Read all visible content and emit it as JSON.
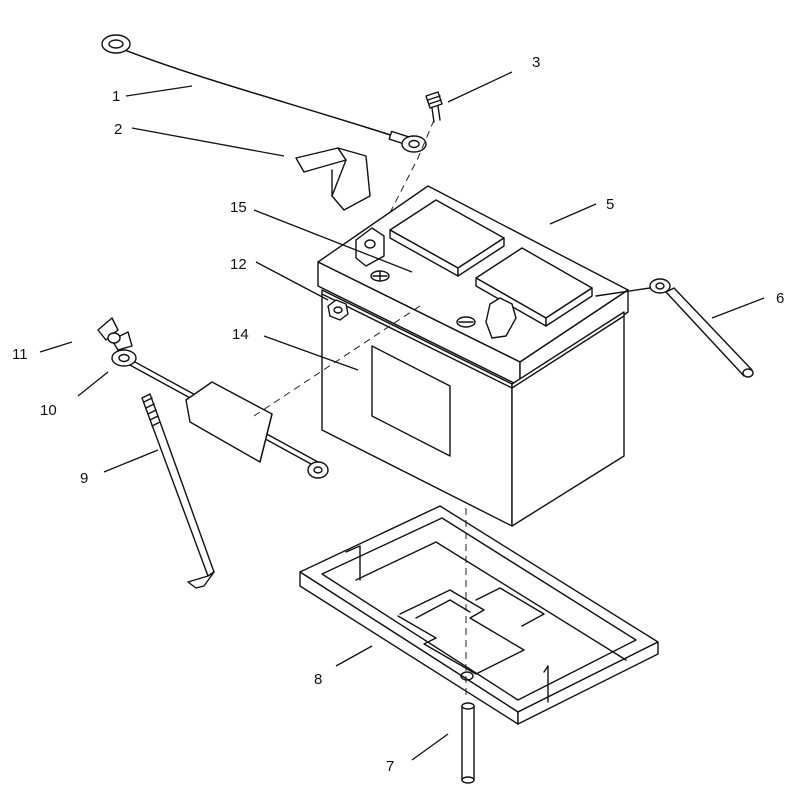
{
  "callouts": [
    {
      "id": "1",
      "label": "1"
    },
    {
      "id": "2",
      "label": "2"
    },
    {
      "id": "3",
      "label": "3"
    },
    {
      "id": "5",
      "label": "5"
    },
    {
      "id": "6",
      "label": "6"
    },
    {
      "id": "7",
      "label": "7"
    },
    {
      "id": "8",
      "label": "8"
    },
    {
      "id": "9",
      "label": "9"
    },
    {
      "id": "10",
      "label": "10"
    },
    {
      "id": "11",
      "label": "11"
    },
    {
      "id": "12",
      "label": "12"
    },
    {
      "id": "14",
      "label": "14"
    },
    {
      "id": "15",
      "label": "15"
    }
  ],
  "colors": {
    "ink": "#111111",
    "paper": "#ffffff"
  }
}
